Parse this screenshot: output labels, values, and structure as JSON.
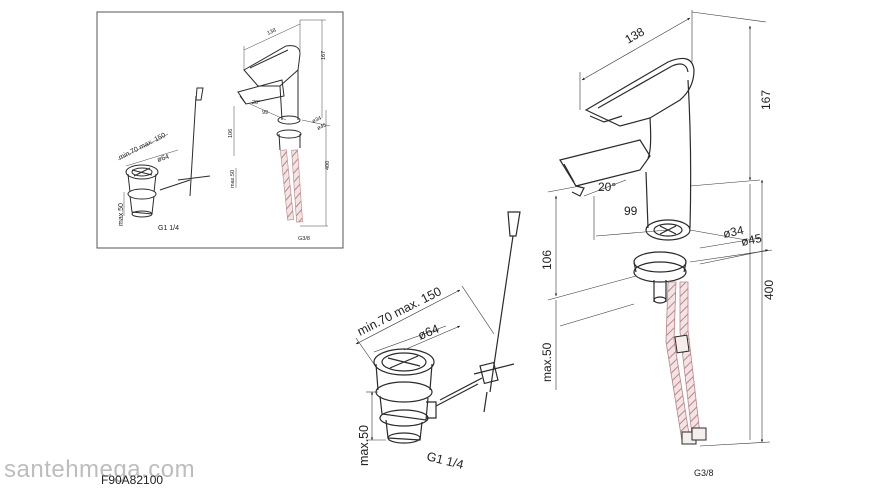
{
  "watermark": "santehmega.com",
  "product_code": "F90A82100",
  "main": {
    "dim_138": "138",
    "dim_167": "167",
    "dim_20deg": "20°",
    "dim_99": "99",
    "dim_d34": "ø34",
    "dim_d45": "ø45",
    "dim_106": "106",
    "dim_400": "400",
    "dim_max50": "max.50",
    "dim_g38": "G3/8",
    "drain_range": "min.70 max. 150",
    "drain_d64": "ø64",
    "drain_max50": "max.50",
    "drain_g114": "G1 1/4"
  },
  "inset": {
    "dim_138": "138",
    "dim_167": "167",
    "dim_20deg": "20°",
    "dim_99": "99",
    "dim_d34": "ø34",
    "dim_d45": "ø45",
    "dim_106": "106",
    "dim_400": "400",
    "dim_max50": "max.50",
    "dim_g38": "G3/8",
    "drain_range": "min.70 max. 150",
    "drain_d64": "ø64",
    "drain_max50": "max.50",
    "drain_g114": "G1 1/4"
  },
  "colors": {
    "line": "#2b2b2b",
    "hose": "#b8868a",
    "frame": "#555555"
  }
}
